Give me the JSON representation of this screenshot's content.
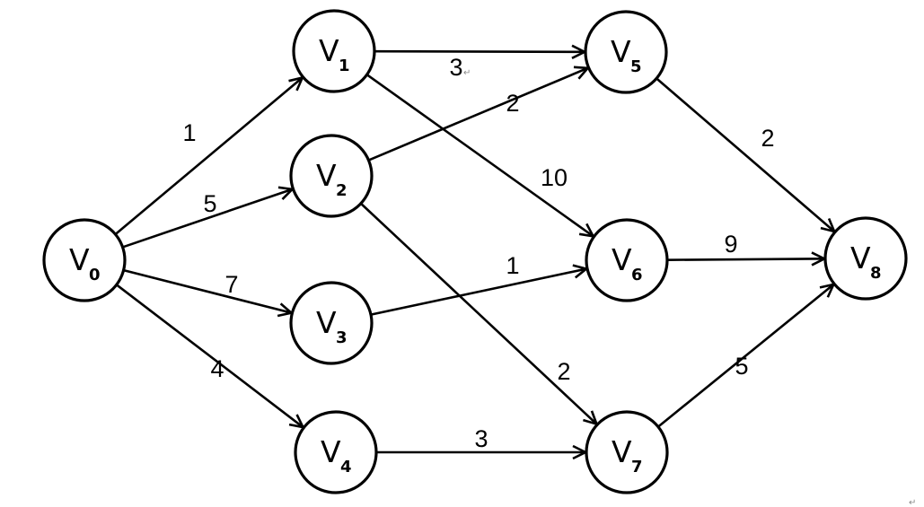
{
  "diagram": {
    "type": "weighted-directed-graph",
    "colors": {
      "stroke": "#000000",
      "background": "#ffffff",
      "paragraph_mark": "#888888"
    },
    "nodes": [
      {
        "id": "V0",
        "letter": "V",
        "sub": "0"
      },
      {
        "id": "V1",
        "letter": "V",
        "sub": "1"
      },
      {
        "id": "V2",
        "letter": "V",
        "sub": "2"
      },
      {
        "id": "V3",
        "letter": "V",
        "sub": "3"
      },
      {
        "id": "V4",
        "letter": "V",
        "sub": "4"
      },
      {
        "id": "V5",
        "letter": "V",
        "sub": "5"
      },
      {
        "id": "V6",
        "letter": "V",
        "sub": "6"
      },
      {
        "id": "V7",
        "letter": "V",
        "sub": "7"
      },
      {
        "id": "V8",
        "letter": "V",
        "sub": "8"
      }
    ],
    "edges": [
      {
        "from": "V0",
        "to": "V1",
        "weight": "1"
      },
      {
        "from": "V0",
        "to": "V2",
        "weight": "5"
      },
      {
        "from": "V0",
        "to": "V3",
        "weight": "7"
      },
      {
        "from": "V0",
        "to": "V4",
        "weight": "4"
      },
      {
        "from": "V1",
        "to": "V5",
        "weight": "3"
      },
      {
        "from": "V1",
        "to": "V6",
        "weight": "10"
      },
      {
        "from": "V2",
        "to": "V5",
        "weight": "2"
      },
      {
        "from": "V2",
        "to": "V7",
        "weight": "2"
      },
      {
        "from": "V3",
        "to": "V6",
        "weight": "1"
      },
      {
        "from": "V4",
        "to": "V7",
        "weight": "3"
      },
      {
        "from": "V5",
        "to": "V8",
        "weight": "2"
      },
      {
        "from": "V6",
        "to": "V8",
        "weight": "9"
      },
      {
        "from": "V7",
        "to": "V8",
        "weight": "5"
      }
    ],
    "paragraph_marks": [
      "↵",
      "↵"
    ]
  }
}
